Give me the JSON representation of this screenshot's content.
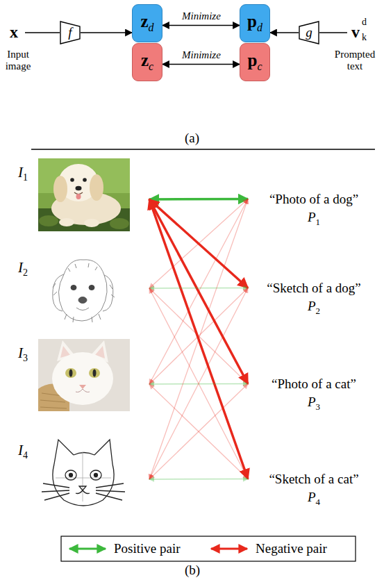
{
  "diagram": {
    "nodes": [
      {
        "text": [
          "f"
        ]
      },
      {
        "text": [
          "z",
          "d"
        ]
      },
      {
        "text": [
          "z",
          "c"
        ]
      },
      {
        "text": [
          "p",
          "d"
        ]
      },
      {
        "text": [
          "p",
          "c"
        ]
      },
      {
        "text": [
          "g"
        ]
      },
      {
        "text": [
          "I",
          "1"
        ]
      },
      {
        "text": [
          "I",
          "2"
        ]
      },
      {
        "text": [
          "I",
          "3"
        ]
      },
      {
        "text": [
          "I",
          "4"
        ]
      },
      {
        "text": [
          "“Photo of a dog”",
          "P",
          "1"
        ]
      },
      {
        "text": [
          "“Sketch of a dog”",
          "P",
          "2"
        ]
      },
      {
        "text": [
          "“Photo of a cat”",
          "P",
          "3"
        ]
      },
      {
        "text": [
          "“Sketch of a cat”",
          "P",
          "4"
        ]
      }
    ],
    "edges": [
      {
        "from": 0,
        "to": 1,
        "arrow": "to"
      },
      {
        "from": 1,
        "to": 3,
        "label": "Minimize",
        "arrow": "both"
      },
      {
        "from": 2,
        "to": 4,
        "label": "Minimize",
        "arrow": "both"
      },
      {
        "from": 5,
        "to": 3,
        "arrow": "to"
      },
      {
        "from": 6,
        "to": 10,
        "arrow": "both"
      },
      {
        "from": 6,
        "to": 11,
        "arrow": "both"
      },
      {
        "from": 6,
        "to": 12,
        "arrow": "both"
      },
      {
        "from": 6,
        "to": 13,
        "arrow": "both"
      },
      {
        "from": 7,
        "to": 10,
        "arrow": "both"
      },
      {
        "from": 7,
        "to": 11,
        "arrow": "both"
      },
      {
        "from": 7,
        "to": 12,
        "arrow": "both"
      },
      {
        "from": 7,
        "to": 13,
        "arrow": "both"
      },
      {
        "from": 8,
        "to": 10,
        "arrow": "both"
      },
      {
        "from": 8,
        "to": 11,
        "arrow": "both"
      },
      {
        "from": 8,
        "to": 12,
        "arrow": "both"
      },
      {
        "from": 8,
        "to": 13,
        "arrow": "both"
      },
      {
        "from": 9,
        "to": 10,
        "arrow": "both"
      },
      {
        "from": 9,
        "to": 11,
        "arrow": "both"
      },
      {
        "from": 9,
        "to": 12,
        "arrow": "both"
      },
      {
        "from": 9,
        "to": 13,
        "arrow": "both"
      }
    ],
    "labels": [
      "x",
      "Input image",
      "v",
      "k",
      "d",
      "Prompted text",
      "(a)",
      "(b)"
    ],
    "legend": [
      {
        "text": "Positive pair"
      },
      {
        "text": "Negative pair"
      }
    ]
  }
}
